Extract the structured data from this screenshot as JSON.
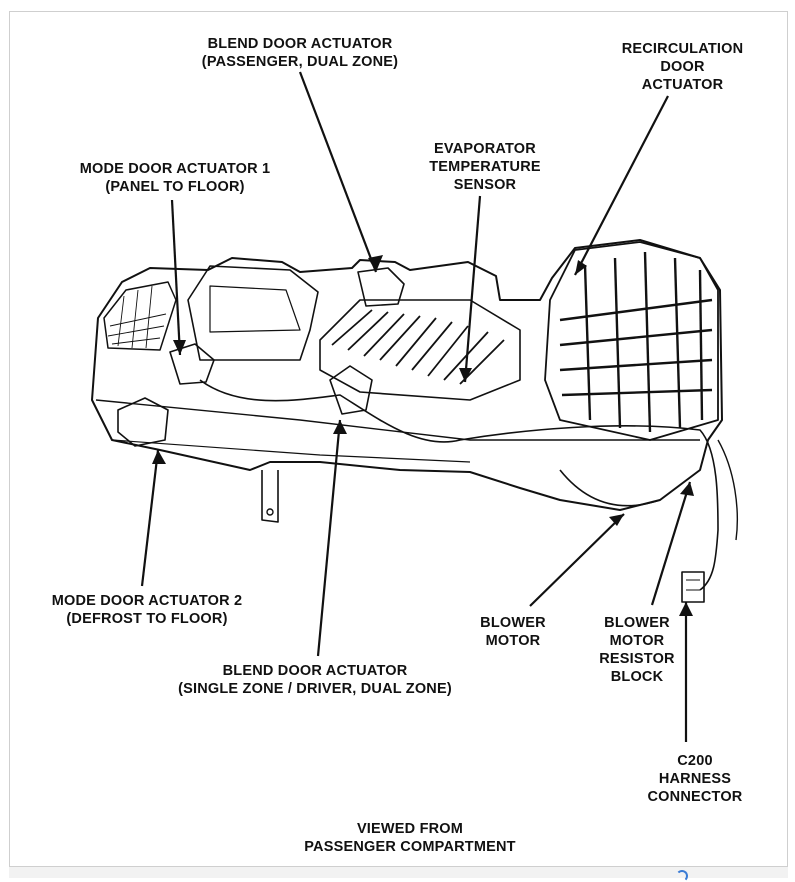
{
  "diagram": {
    "labels": {
      "blend_passenger": "BLEND DOOR ACTUATOR\n(PASSENGER, DUAL ZONE)",
      "recirculation": "RECIRCULATION\nDOOR\nACTUATOR",
      "mode_door_1": "MODE DOOR ACTUATOR 1\n(PANEL TO FLOOR)",
      "evaporator_sensor": "EVAPORATOR\nTEMPERATURE\nSENSOR",
      "mode_door_2": "MODE DOOR ACTUATOR 2\n(DEFROST TO FLOOR)",
      "blend_driver": "BLEND DOOR ACTUATOR\n(SINGLE ZONE / DRIVER, DUAL ZONE)",
      "blower_motor": "BLOWER\nMOTOR",
      "resistor_block": "BLOWER\nMOTOR\nRESISTOR\nBLOCK",
      "c200_connector": "C200\nHARNESS\nCONNECTOR",
      "viewed_from": "VIEWED FROM\nPASSENGER COMPARTMENT"
    }
  }
}
